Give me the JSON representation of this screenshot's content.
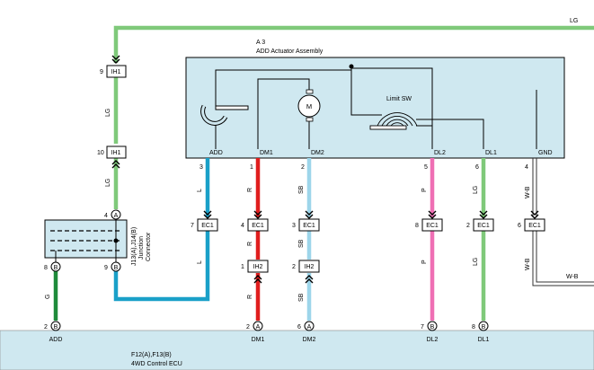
{
  "actuator": {
    "ref": "A 3",
    "name": "ADD Actuator Assembly",
    "motor_symbol": "M",
    "switch_label": "Limit SW"
  },
  "ecu": {
    "ref": "F12(A),F13(B)",
    "name": "4WD Control ECU"
  },
  "junction": {
    "ref": "J13(A),J14(B)",
    "line1": "Junction",
    "line2": "Connector"
  },
  "top_wire": {
    "color_code": "LG"
  },
  "ih1_upper": {
    "pin": "9",
    "connector": "IH1"
  },
  "ih1_lower": {
    "pin": "10",
    "connector": "IH1"
  },
  "lg_left_labels": [
    "LG",
    "LG"
  ],
  "junction_pins": {
    "top": "4",
    "top_letter": "A",
    "left": "8",
    "left_letter": "B",
    "right": "9",
    "right_letter": "B"
  },
  "g_wire": {
    "color_code": "G"
  },
  "actuator_pins": [
    {
      "name": "ADD",
      "pin": "3",
      "color_code": "L",
      "ec1_pin": "7",
      "ec1": "EC1",
      "color_code_2": "L"
    },
    {
      "name": "DM1",
      "pin": "1",
      "color_code": "R",
      "ec1_pin": "4",
      "ec1": "EC1",
      "color_code_2": "R",
      "ih2_pin": "1",
      "ih2": "IH2",
      "color_code_3": "R"
    },
    {
      "name": "DM2",
      "pin": "2",
      "color_code": "SB",
      "ec1_pin": "3",
      "ec1": "EC1",
      "color_code_2": "SB",
      "ih2_pin": "2",
      "ih2": "IH2",
      "color_code_3": "SB"
    },
    {
      "name": "DL2",
      "pin": "5",
      "color_code": "P",
      "ec1_pin": "8",
      "ec1": "EC1",
      "color_code_2": "P"
    },
    {
      "name": "DL1",
      "pin": "6",
      "color_code": "LG",
      "ec1_pin": "2",
      "ec1": "EC1",
      "color_code_2": "LG"
    },
    {
      "name": "GND",
      "pin": "4",
      "color_code": "W-B",
      "ec1_pin": "6",
      "ec1": "EC1",
      "color_code_2": "W-B",
      "color_code_3": "W-B"
    }
  ],
  "ecu_pins": [
    {
      "name": "ADD",
      "pin": "2",
      "letter": "B"
    },
    {
      "name": "DM1",
      "pin": "2",
      "letter": "A"
    },
    {
      "name": "DM2",
      "pin": "6",
      "letter": "A"
    },
    {
      "name": "DL2",
      "pin": "7",
      "letter": "B"
    },
    {
      "name": "DL1",
      "pin": "8",
      "letter": "B"
    }
  ],
  "colors": {
    "light_green": "#7fc97a",
    "green": "#1e8a3a",
    "blue": "#1aa0c8",
    "red": "#e01e1e",
    "sky_blue": "#9dd5ea",
    "pink": "#ef6fb4",
    "white_black": "#333333",
    "component_fill": "#cfe8f0"
  }
}
